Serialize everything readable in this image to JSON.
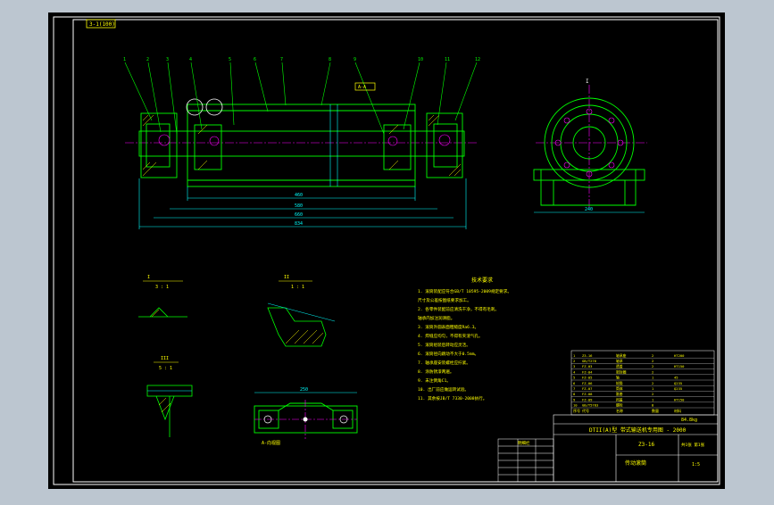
{
  "colors": {
    "background_outer": "#bcc6d0",
    "paper": "#000000",
    "frame": "#ffffff",
    "part_line": "#00ff00",
    "center_line": "#ff00ff",
    "dimension": "#00ffff",
    "hatch": "#ffff00",
    "text": "#ffff00"
  },
  "drawing": {
    "view_label": "3-1(100)",
    "section_tag": "A-A"
  },
  "main_view": {
    "balloons": [
      "1",
      "2",
      "3",
      "4",
      "5",
      "6",
      "7",
      "8",
      "9",
      "10",
      "11",
      "12"
    ],
    "dims": {
      "d1": "460",
      "d2": "580",
      "d3": "660",
      "d4": "834"
    }
  },
  "side_view": {
    "label": "I",
    "width_dim": "240"
  },
  "details": {
    "detail_a_title": "I",
    "detail_a_scale": "3 : 1",
    "detail_b_title": "II",
    "detail_b_scale": "1 : 1",
    "detail_c_title": "III",
    "detail_c_scale": "5 : 1"
  },
  "plan_view": {
    "width_dim": "250",
    "note": "A-向视图"
  },
  "tech_notes": {
    "title": "技术要求",
    "lines": [
      "1. 滚筒装配应符合GB/T 10595-2009规定要求。",
      "   尺寸及公差按图纸要求加工。",
      "2. 各零件装配前应清洗干净，不得有毛刺。",
      "   轴承内加注润滑脂。",
      "3. 滚筒外圆表面粗糙度Ra6.3。",
      "4. 焊缝应均匀，不得有夹渣气孔。",
      "5. 滚筒组装后转动应灵活。",
      "6. 滚筒径向跳动不大于0.5mm。",
      "7. 轴承座安装螺栓应拧紧。",
      "8. 涂防锈漆两遍。",
      "9. 未注倒角C1。",
      "10. 出厂前应做运转试验。",
      "11. 其余按JB/T 7330-2008执行。"
    ]
  },
  "bom": {
    "rows": [
      [
        "1",
        "Z3-16",
        "轴承座",
        "2",
        "HT200"
      ],
      [
        "2",
        "GB/T276",
        "轴承",
        "2",
        ""
      ],
      [
        "3",
        "FZ-03",
        "透盖",
        "2",
        "HT150"
      ],
      [
        "4",
        "FZ-04",
        "密封圈",
        "2",
        ""
      ],
      [
        "5",
        "FZ-05",
        "轴",
        "1",
        "45"
      ],
      [
        "6",
        "FZ-06",
        "轮毂",
        "2",
        "Q235"
      ],
      [
        "7",
        "FZ-07",
        "筒体",
        "1",
        "Q235"
      ],
      [
        "8",
        "FZ-08",
        "胀套",
        "2",
        ""
      ],
      [
        "9",
        "FZ-09",
        "闷盖",
        "1",
        "HT150"
      ],
      [
        "10",
        "GB/T5783",
        "螺栓",
        "8",
        ""
      ]
    ],
    "header": [
      "序号",
      "代号",
      "名称",
      "数量",
      "材料"
    ]
  },
  "title_block": {
    "org": "DTII(A)型 带式输送机专用图 - 2000",
    "drawing_no": "Z3-16",
    "part_name": "传动滚筒",
    "sheet": "共1张 第1张",
    "scale": "1:5",
    "mass": "84.8kg"
  },
  "small_table": {
    "title": "明细栏"
  }
}
